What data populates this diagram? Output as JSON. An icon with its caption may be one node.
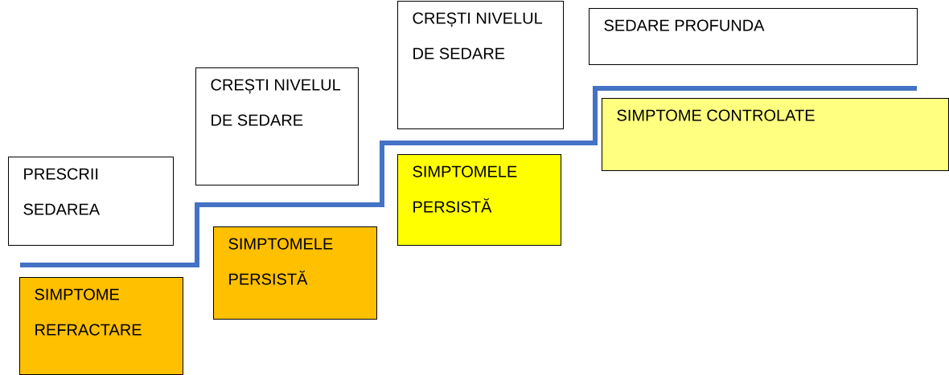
{
  "diagram": {
    "nodes": [
      {
        "text": [
          "PRESCRII SEDAREA"
        ]
      },
      {
        "text": [
          "CREȘTI NIVELUL DE SEDARE"
        ]
      },
      {
        "text": [
          "CREȘTI NIVELUL DE SEDARE"
        ]
      },
      {
        "text": [
          "SEDARE PROFUNDA"
        ]
      },
      {
        "text": [
          "SIMPTOME REFRACTARE"
        ]
      },
      {
        "text": [
          "SIMPTOMELE PERSISTĂ"
        ]
      },
      {
        "text": [
          "SIMPTOMELE PERSISTĂ"
        ]
      },
      {
        "text": [
          "SIMPTOME CONTROLATE"
        ]
      }
    ]
  }
}
